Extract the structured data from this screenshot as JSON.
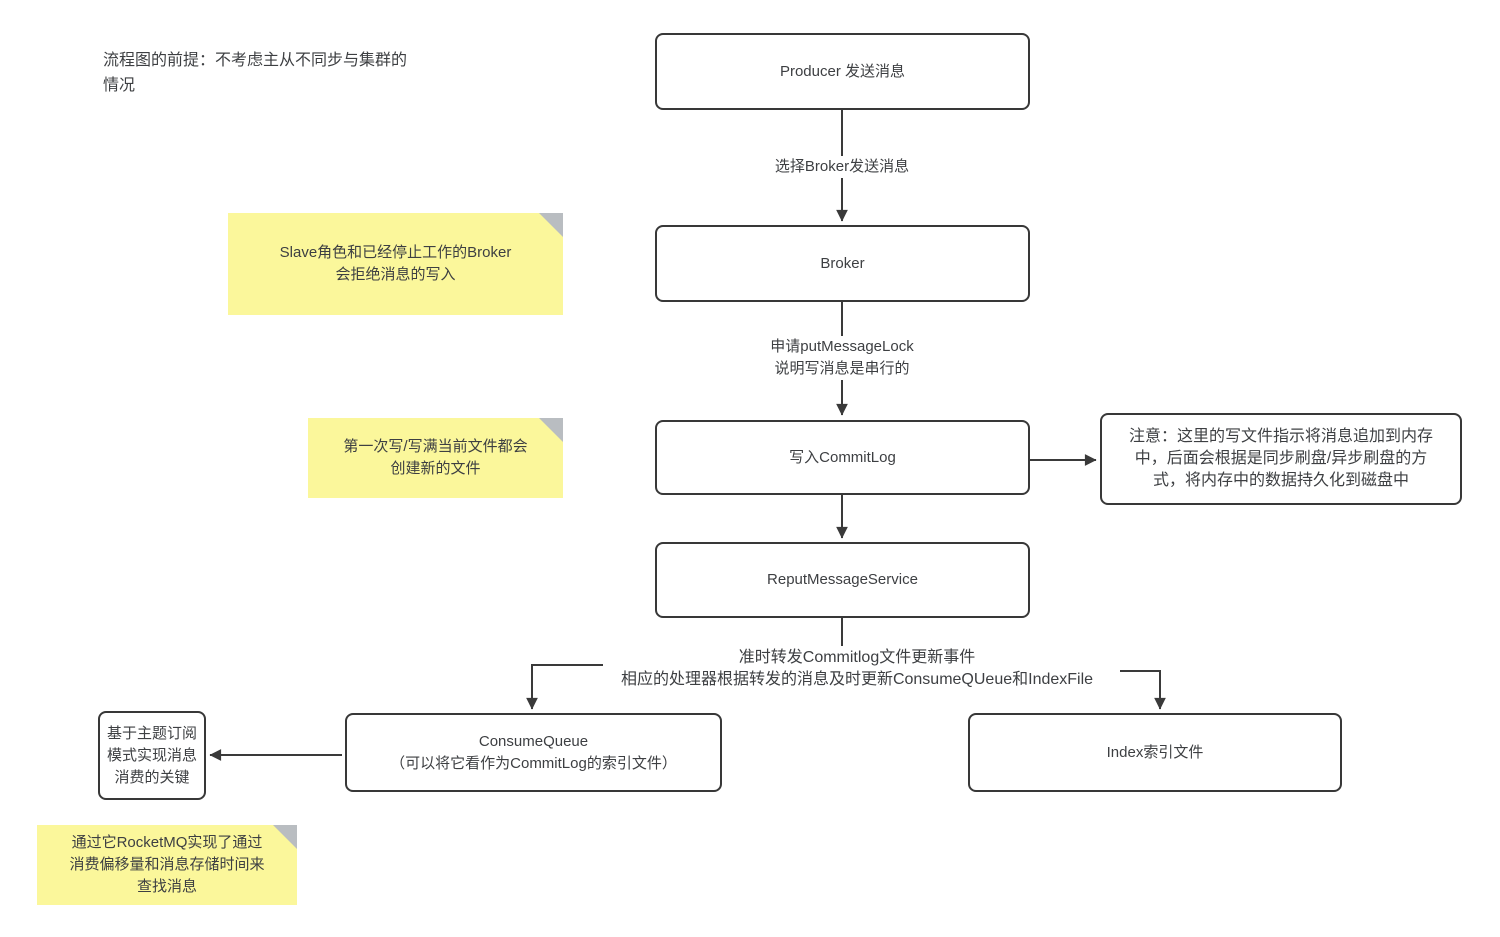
{
  "colors": {
    "line": "#3a3a3a",
    "box_border": "#383838",
    "text": "#3d3f42",
    "note_bg": "#fbf79b",
    "note_fold": "#b9bdc1",
    "canvas_bg": "#ffffff"
  },
  "premise": {
    "lines": [
      "流程图的前提：不考虑主从不同步与集群的",
      "情况"
    ]
  },
  "nodes": {
    "producer": {
      "label": "Producer 发送消息"
    },
    "broker": {
      "label": "Broker"
    },
    "commitlog": {
      "label": "写入CommitLog"
    },
    "reput": {
      "label": "ReputMessageService"
    },
    "flush_note": {
      "lines": [
        "注意：这里的写文件指示将消息追加到内存",
        "中，后面会根据是同步刷盘/异步刷盘的方",
        "式，将内存中的数据持久化到磁盘中"
      ]
    },
    "consume_queue": {
      "lines": [
        "ConsumeQueue",
        "（可以将它看作为CommitLog的索引文件）"
      ]
    },
    "index_file": {
      "label": "Index索引文件"
    },
    "topic_key": {
      "lines": [
        "基于主题订阅",
        "模式实现消息",
        "消费的关键"
      ]
    }
  },
  "edge_labels": {
    "select_broker": {
      "lines": [
        "选择Broker发送消息"
      ]
    },
    "put_lock": {
      "lines": [
        "申请putMessageLock",
        "说明写消息是串行的"
      ]
    },
    "dispatch": {
      "lines": [
        "准时转发Commitlog文件更新事件",
        "相应的处理器根据转发的消息及时更新ConsumeQUeue和IndexFile"
      ]
    }
  },
  "sticky_notes": {
    "slave": {
      "lines": [
        "Slave角色和已经停止工作的Broker",
        "会拒绝消息的写入"
      ]
    },
    "new_file": {
      "lines": [
        "第一次写/写满当前文件都会",
        "创建新的文件"
      ]
    },
    "offset": {
      "lines": [
        "通过它RocketMQ实现了通过",
        "消费偏移量和消息存储时间来",
        "查找消息"
      ]
    }
  }
}
